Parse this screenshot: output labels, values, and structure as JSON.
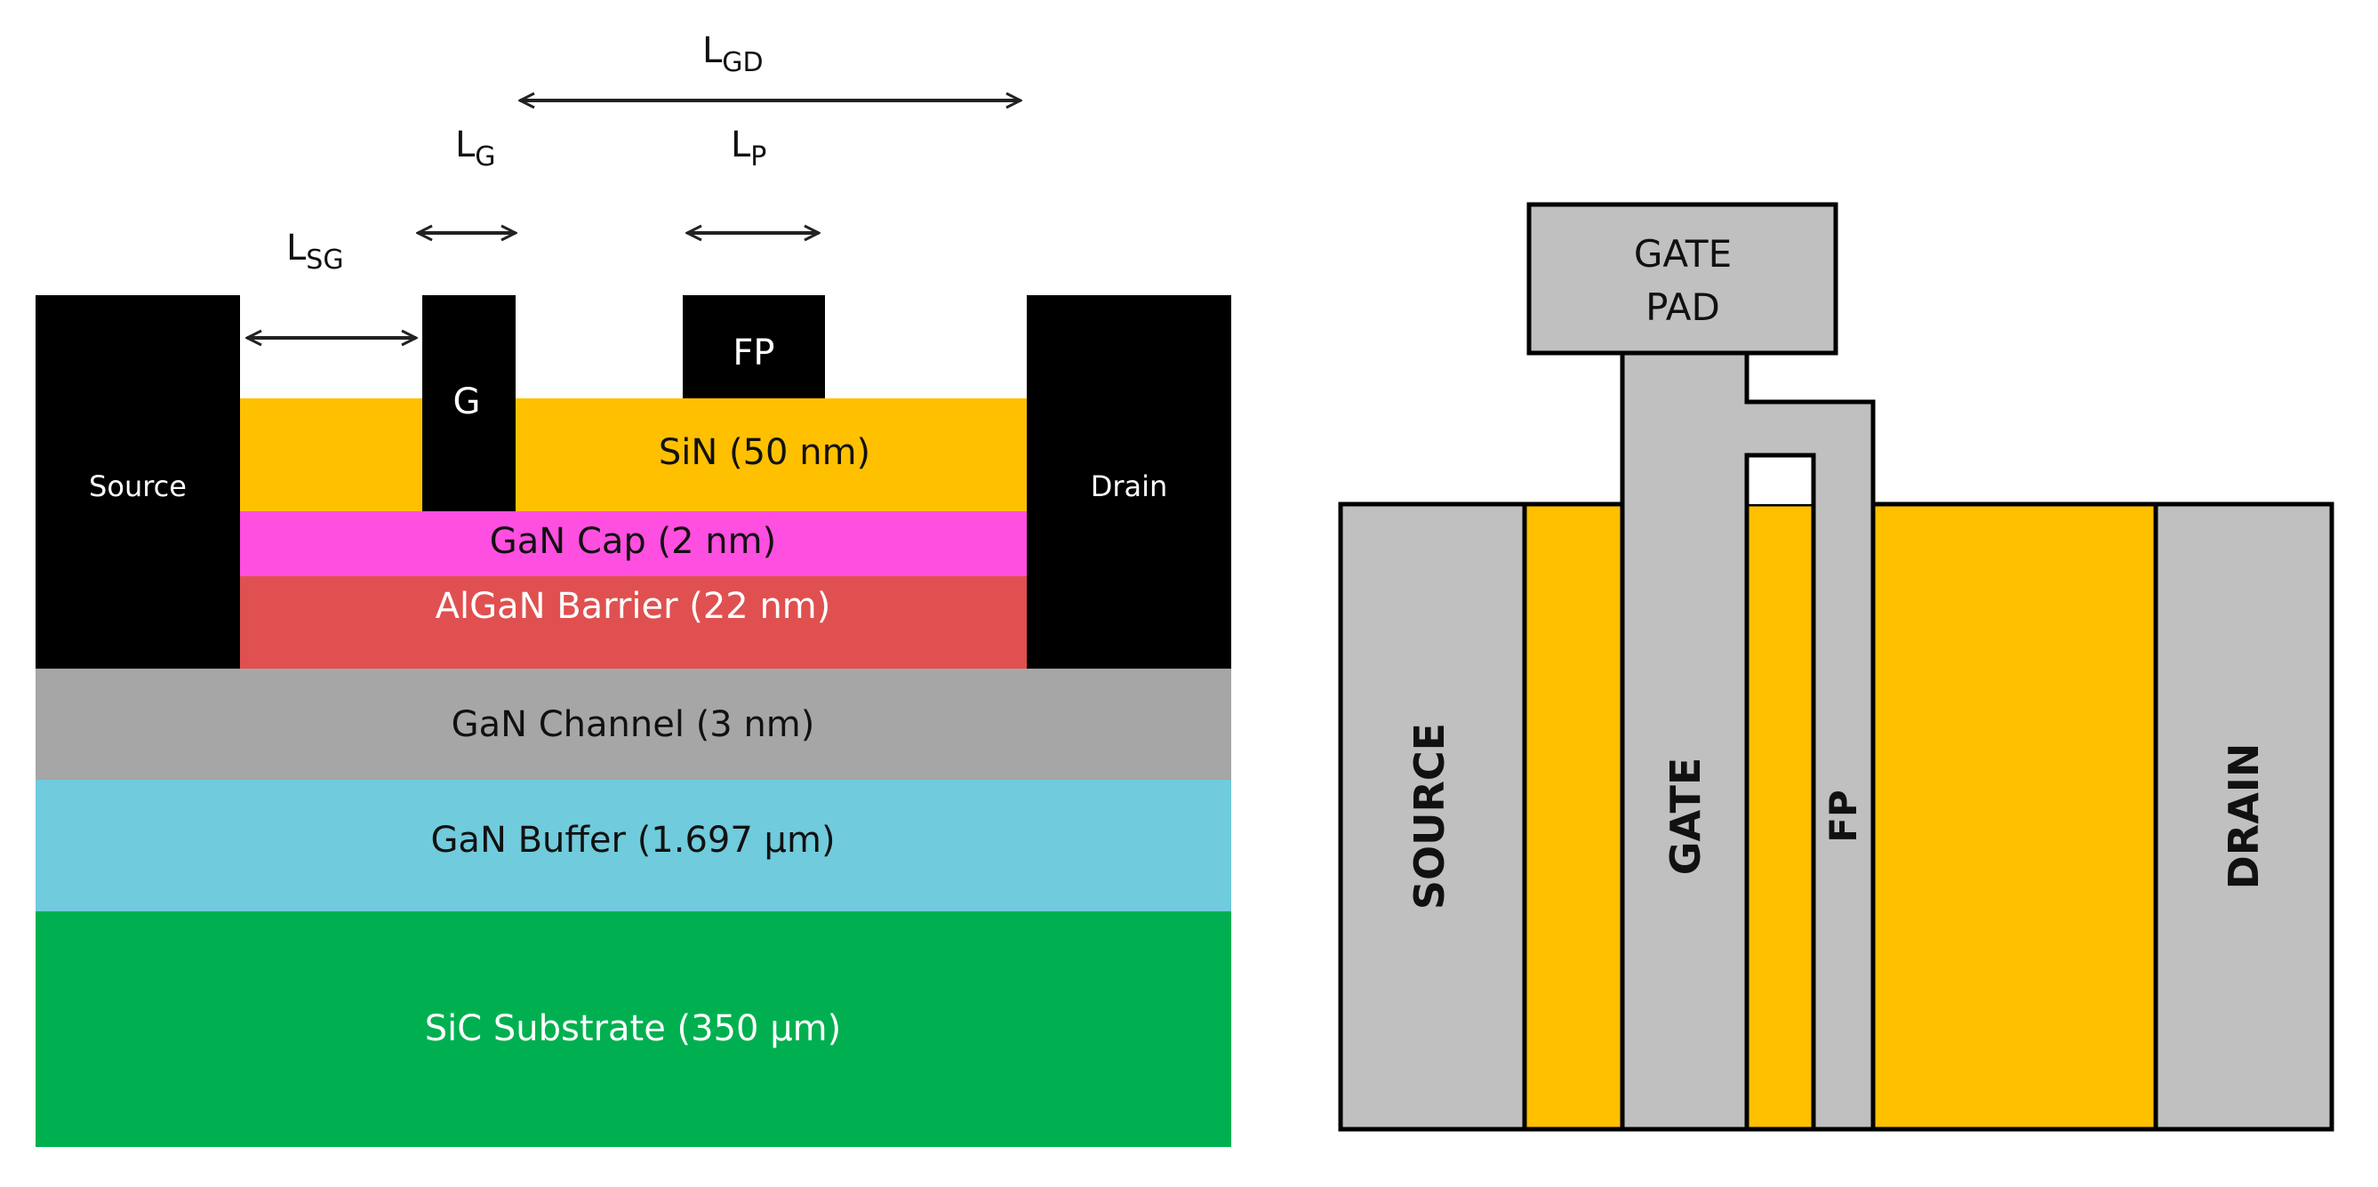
{
  "cross_section": {
    "dimensions": {
      "lgd": {
        "main": "L",
        "sub": "GD"
      },
      "lg": {
        "main": "L",
        "sub": "G"
      },
      "lp": {
        "main": "L",
        "sub": "P"
      },
      "lsg": {
        "main": "L",
        "sub": "SG"
      }
    },
    "electrodes": {
      "source": "Source",
      "drain": "Drain",
      "gate": "G",
      "field_plate": "FP"
    },
    "layers": {
      "sin": "SiN (50 nm)",
      "gan_cap": "GaN Cap  (2 nm)",
      "algan_barrier": "AlGaN Barrier  (22 nm)",
      "gan_channel": "GaN Channel  (3 nm)",
      "gan_buffer": "GaN Buffer  (1.697 µm)",
      "sic_substrate": "SiC Substrate  (350 µm)"
    },
    "colors": {
      "electrode": "#000000",
      "sin": "#FFC000",
      "gan_cap": "#FF4FE0",
      "algan_barrier": "#E05050",
      "gan_channel": "#A6A6A6",
      "gan_buffer": "#70CBDC",
      "sic_substrate": "#00B050"
    }
  },
  "top_view": {
    "gate_pad": [
      "GATE",
      "PAD"
    ],
    "source": "SOURCE",
    "gate": "GATE",
    "field_plate": "FP",
    "drain": "DRAIN",
    "colors": {
      "metal": "#C0C0C0",
      "passivation": "#FFC000",
      "outline": "#000000"
    }
  }
}
